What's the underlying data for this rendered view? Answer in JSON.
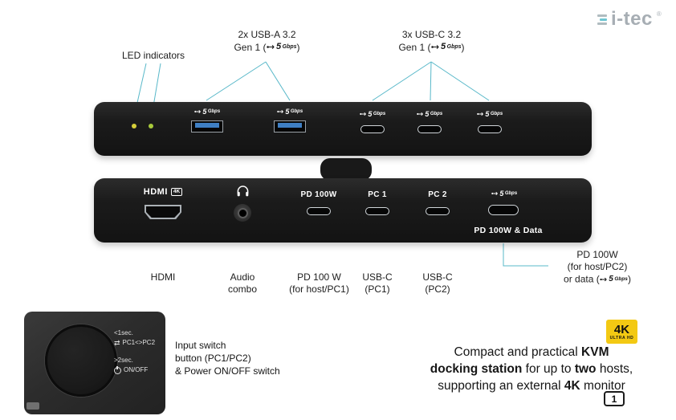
{
  "brand": {
    "name": "i-tec",
    "reg": "®"
  },
  "speed": {
    "five": "5",
    "unit": "Gbps"
  },
  "colors": {
    "accent_teal": "#58b8c9",
    "badge_yellow": "#f3c913",
    "usb_blue": "#3f7fc4",
    "led_left": "#d6cf3a",
    "led_right": "#a8c93b"
  },
  "callouts": {
    "led": "LED indicators",
    "usba": {
      "l1": "2x USB-A 3.2",
      "l2pre": "Gen 1 (",
      "l2post": ")"
    },
    "usbc": {
      "l1": "3x USB-C 3.2",
      "l2pre": "Gen 1 (",
      "l2post": ")"
    }
  },
  "panel2": {
    "hdmi_label": "HDMI",
    "hdmi_4k": "4K",
    "pd100": "PD 100W",
    "pc1": "PC 1",
    "pc2": "PC 2",
    "pd_data": "PD 100W & Data"
  },
  "bottom": {
    "hdmi": "HDMI",
    "audio1": "Audio",
    "audio2": "combo",
    "pd1": "PD 100 W",
    "pd2": "(for host/PC1)",
    "usbc1a": "USB-C",
    "usbc1b": "(PC1)",
    "usbc2a": "USB-C",
    "usbc2b": "(PC2)",
    "r1": "PD 100W",
    "r2": "(for host/PC2)",
    "r3pre": "or data (",
    "r3post": ")"
  },
  "sw": {
    "t1": "<1sec.",
    "t2": "PC1<>PC2",
    "t3": ">2sec.",
    "t4": "ON/OFF",
    "c1": "Input switch",
    "c2": "button (PC1/PC2)",
    "c3": "& Power ON/OFF switch"
  },
  "badge4k": {
    "k": "4K",
    "sub": "ULTRA HD"
  },
  "desc": {
    "line1": [
      {
        "t": "Compact and practical ",
        "b": false
      },
      {
        "t": "KVM",
        "b": true
      }
    ],
    "line2": [
      {
        "t": "docking station",
        "b": true
      },
      {
        "t": " for up to ",
        "b": false
      },
      {
        "t": "two",
        "b": true
      },
      {
        "t": " hosts,",
        "b": false
      }
    ],
    "line3": [
      {
        "t": "supporting an external ",
        "b": false
      },
      {
        "t": "4K",
        "b": true
      },
      {
        "t": " monitor",
        "b": false
      }
    ]
  },
  "page": {
    "number": "1"
  }
}
